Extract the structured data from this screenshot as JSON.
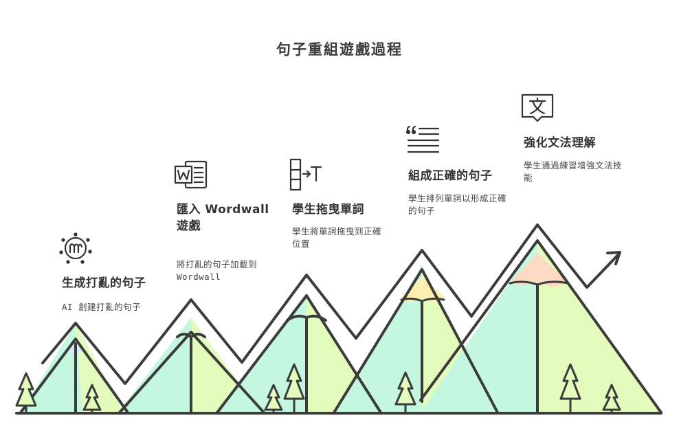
{
  "title": "句子重組遊戲過程",
  "steps": [
    {
      "title": "生成打亂的句子",
      "desc": "AI 創建打亂的句子",
      "icon": "meetup-icon"
    },
    {
      "title": "匯入 Wordwall 遊戲",
      "desc": "將打亂的句子加載到 Wordwall",
      "icon": "word-document-icon"
    },
    {
      "title": "學生拖曳單詞",
      "desc": "學生將單詞拖曳到正確位置",
      "icon": "text-drag-icon"
    },
    {
      "title": "組成正確的句子",
      "desc": "學生排列單詞以形成正確的句子",
      "icon": "quote-lines-icon"
    },
    {
      "title": "強化文法理解",
      "desc": "學生通過練習增強文法技能",
      "icon": "translate-text-icon"
    }
  ],
  "colors": {
    "mint": "#c3f7df",
    "lime": "#e3fcbc",
    "blue_cap": "#d6ecfb",
    "yellow_cap": "#fcf0b0",
    "peach_cap": "#fbd9c3",
    "stroke": "#3b3b3b"
  }
}
